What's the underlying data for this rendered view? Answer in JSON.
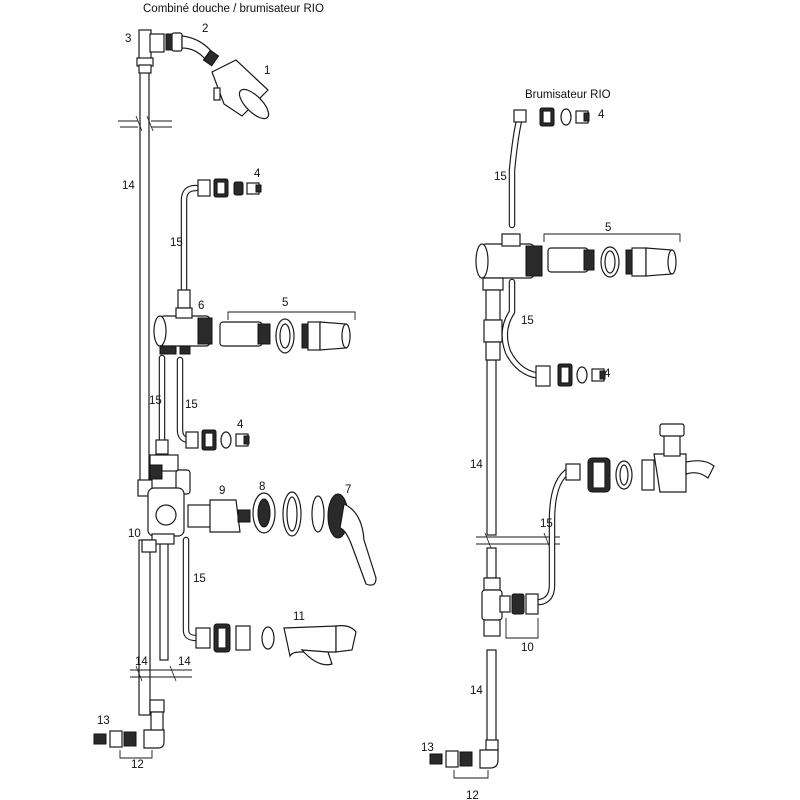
{
  "titles": {
    "left": "Combiné douche / brumisateur RIO",
    "right": "Brumisateur RIO"
  },
  "labels": {
    "l1": "1",
    "l2": "2",
    "l3": "3",
    "l4a": "4",
    "l4b": "4",
    "l5": "5",
    "l6": "6",
    "l7": "7",
    "l8": "8",
    "l9": "9",
    "l10": "10",
    "l11": "11",
    "l12": "12",
    "l13": "13",
    "l14a": "14",
    "l14b": "14",
    "l14c": "14",
    "l15a": "15",
    "l15b": "15",
    "l15c": "15",
    "l15d": "15",
    "r4a": "4",
    "r4b": "4",
    "r5": "5",
    "r10": "10",
    "r12": "12",
    "r13": "13",
    "r14a": "14",
    "r14b": "14",
    "r15a": "15",
    "r15b": "15",
    "r15c": "15"
  }
}
